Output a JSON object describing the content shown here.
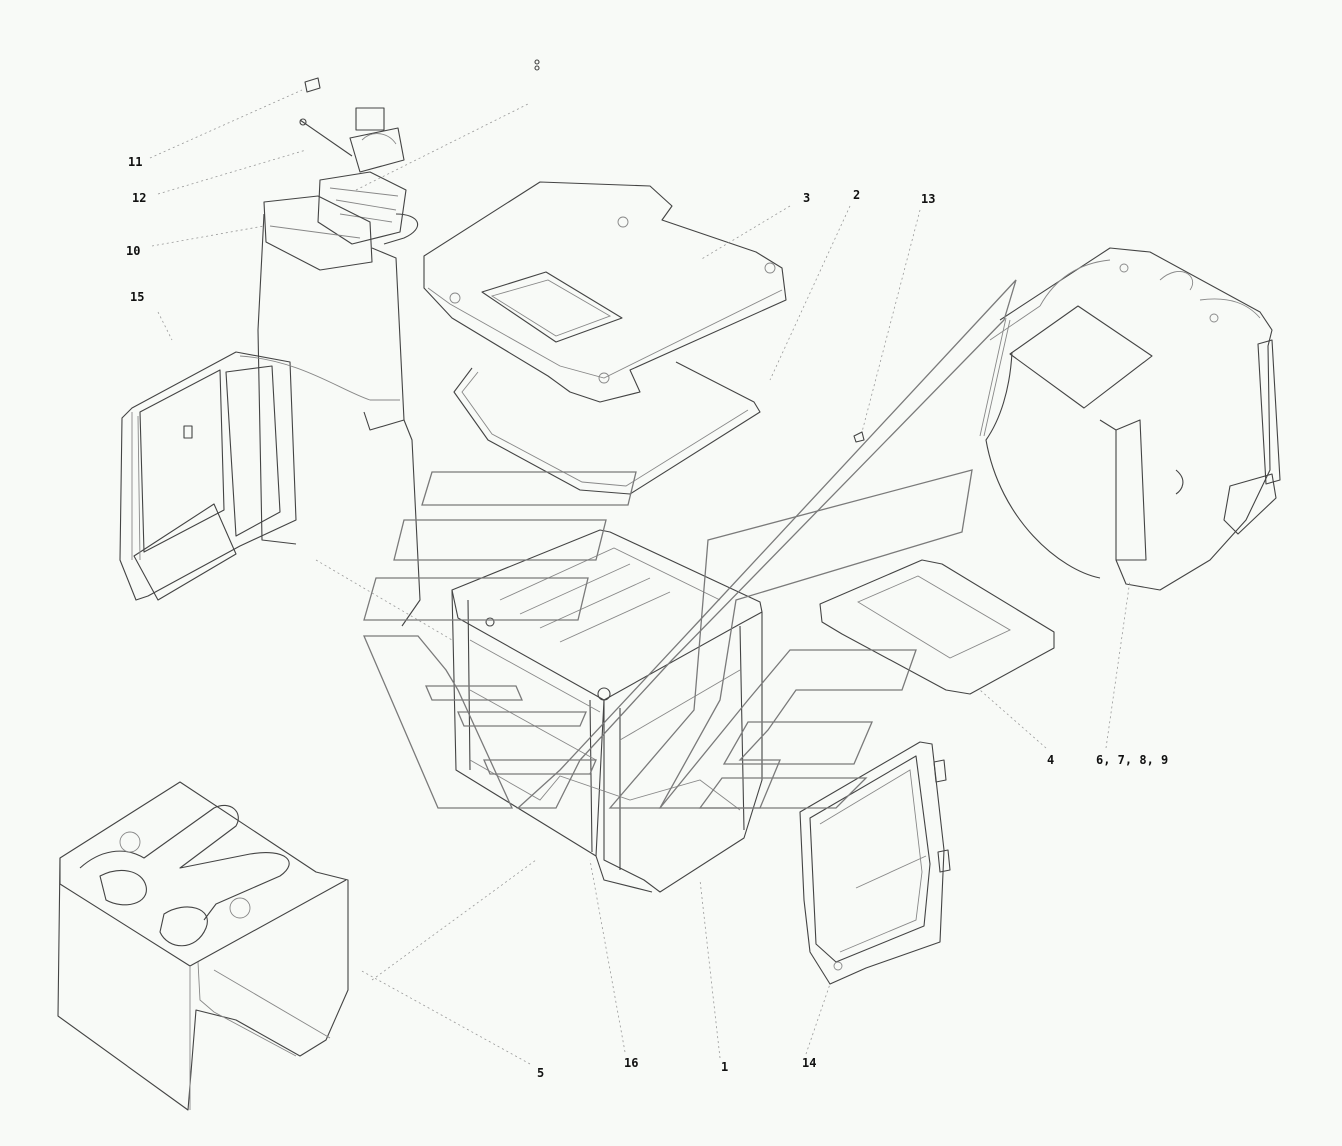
{
  "callouts": {
    "c11": "11",
    "c12": "12",
    "c10": "10",
    "c15": "15",
    "c3": "3",
    "c2": "2",
    "c13": "13",
    "c4": "4",
    "c6789": "6, 7, 8, 9",
    "c5": "5",
    "c16": "16",
    "c1": "1",
    "c14": "14"
  },
  "colors": {
    "background": "#f8faf7",
    "line": "#444444",
    "watermark": "#7a7a7a"
  },
  "icons": {
    "watermark": "stylized-logo-outline"
  }
}
